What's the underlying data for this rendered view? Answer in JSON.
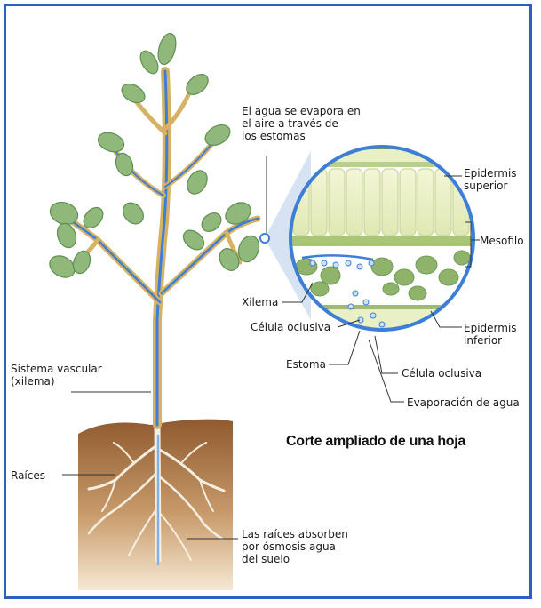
{
  "labels": {
    "evaporation_note": "El agua se evapora en\nel aire a través de\nlos estomas",
    "epidermis_superior": "Epidermis\nsuperior",
    "mesofilo": "Mesofilo",
    "xilema": "Xilema",
    "epidermis_inferior": "Epidermis\ninferior",
    "celula_oclusiva_left": "Célula oclusiva",
    "estoma": "Estoma",
    "celula_oclusiva_right": "Célula oclusiva",
    "evaporacion": "Evaporación de agua",
    "sistema_vascular": "Sistema vascular\n(xilema)",
    "raices": "Raíces",
    "raices_absorben": "Las raíces absorben\npor ósmosis agua\ndel suelo"
  },
  "title": "Corte ampliado de una hoja",
  "colors": {
    "frame": "#2f5fc4",
    "soil_top": "#9a6235",
    "soil_bottom": "#f3e3c8",
    "stem": "#d6b264",
    "xylem": "#3d7fd6",
    "leaf": "#8fb87a",
    "leaf_dark": "#5f8f52"
  }
}
